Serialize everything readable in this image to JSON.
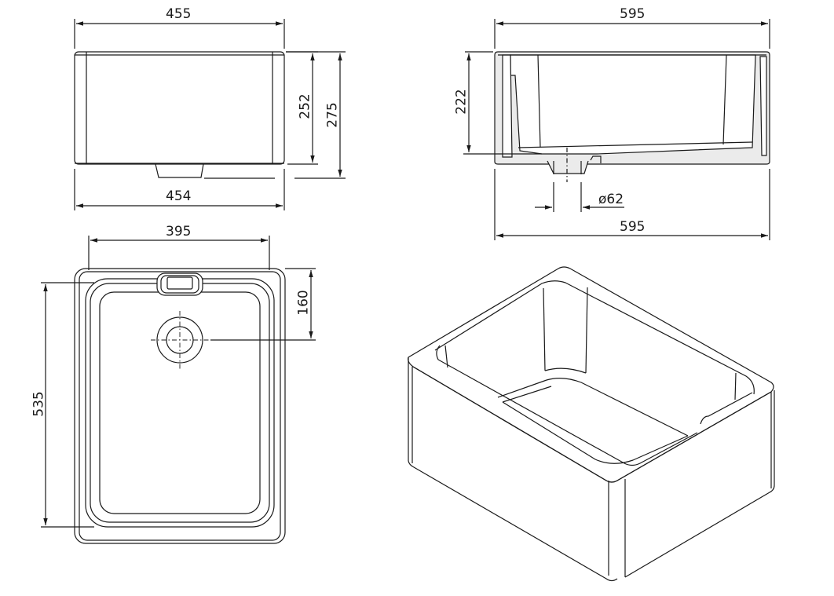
{
  "drawing": {
    "subject": "Belfast sink technical drawing",
    "line_color": "#1a1a1a",
    "section_fill": "#ebebeb",
    "background": "#ffffff"
  },
  "views": {
    "front_elevation": {
      "overall_width_top": "455",
      "overall_width_bottom": "454",
      "body_height": "252",
      "overall_height": "275"
    },
    "side_section": {
      "overall_width_top": "595",
      "overall_width_bottom": "595",
      "bowl_depth": "222",
      "waste_diameter": "ø62"
    },
    "plan_view": {
      "bowl_width": "395",
      "bowl_length": "535",
      "waste_offset": "160"
    },
    "isometric_view": {
      "label": ""
    }
  }
}
